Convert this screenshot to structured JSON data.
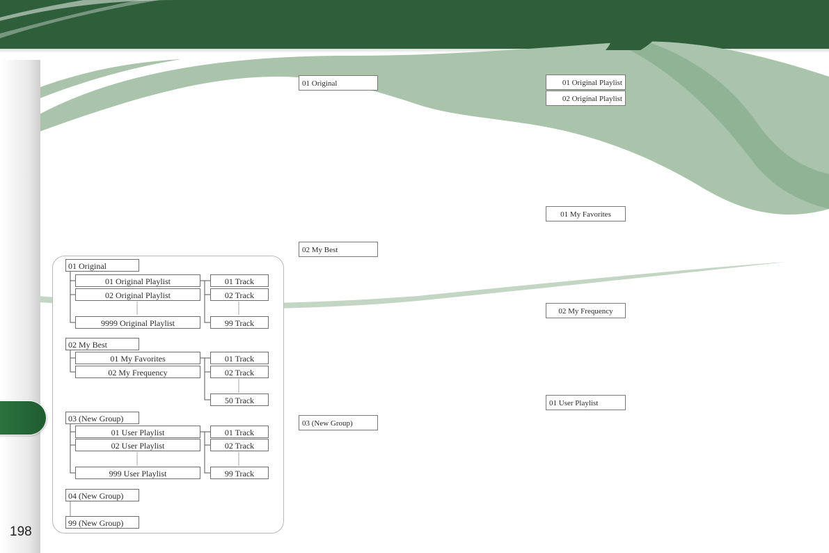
{
  "page": {
    "number": "198"
  },
  "colors": {
    "header_green": "#2f5e3b",
    "swoosh_light": "#a9c4ab",
    "tab_green": "#2a6e3c"
  },
  "tree": {
    "groups": [
      {
        "name": "01 Original",
        "playlists": [
          "01 Original Playlist",
          "02 Original Playlist",
          "9999 Original Playlist"
        ],
        "tracks": [
          "01 Track",
          "02 Track",
          "99 Track"
        ]
      },
      {
        "name": "02 My Best",
        "playlists": [
          "01 My Favorites",
          "02 My Frequency"
        ],
        "tracks": [
          "01 Track",
          "02 Track",
          "50 Track"
        ]
      },
      {
        "name": "03 (New Group)",
        "playlists": [
          "01 User Playlist",
          "02 User Playlist",
          "999 User Playlist"
        ],
        "tracks": [
          "01 Track",
          "02 Track",
          "99 Track"
        ]
      },
      {
        "name": "04 (New Group)"
      },
      {
        "name": "99 (New Group)"
      }
    ]
  },
  "labels": {
    "group_01": "01 Original",
    "group_02": "02 My Best",
    "group_03": "03 (New Group)",
    "playlist_01_original": "01 Original Playlist",
    "playlist_02_original": "02 Original Playlist",
    "playlist_my_favorites": "01 My Favorites",
    "playlist_my_frequency": "02 My Frequency",
    "playlist_user_01": "01 User Playlist"
  }
}
